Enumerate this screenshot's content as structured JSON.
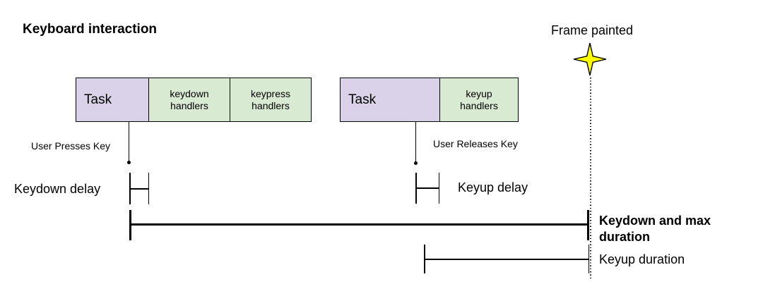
{
  "title": "Keyboard interaction",
  "frame_marker": {
    "label": "Frame painted"
  },
  "bars": [
    {
      "name": "keydown-task",
      "segments": [
        {
          "label": "Task",
          "kind": "task"
        },
        {
          "label": "keydown handlers",
          "kind": "handlers"
        },
        {
          "label": "keypress handlers",
          "kind": "handlers"
        }
      ]
    },
    {
      "name": "keyup-task",
      "segments": [
        {
          "label": "Task",
          "kind": "task"
        },
        {
          "label": "keyup handlers",
          "kind": "handlers"
        }
      ]
    }
  ],
  "event_markers": [
    {
      "label": "User Presses Key"
    },
    {
      "label": "User Releases Key"
    }
  ],
  "delay_markers": [
    {
      "label": "Keydown delay"
    },
    {
      "label": "Keyup delay"
    }
  ],
  "duration_markers": [
    {
      "label": "Keydown and max duration"
    },
    {
      "label": "Keyup duration"
    }
  ],
  "icons": {
    "frame_star": "four-pointed-star"
  },
  "colors": {
    "task_fill": "#d9d2e9",
    "handlers_fill": "#d9ead3",
    "star_fill": "#ffff00",
    "stroke": "#000000",
    "background": "#ffffff"
  }
}
